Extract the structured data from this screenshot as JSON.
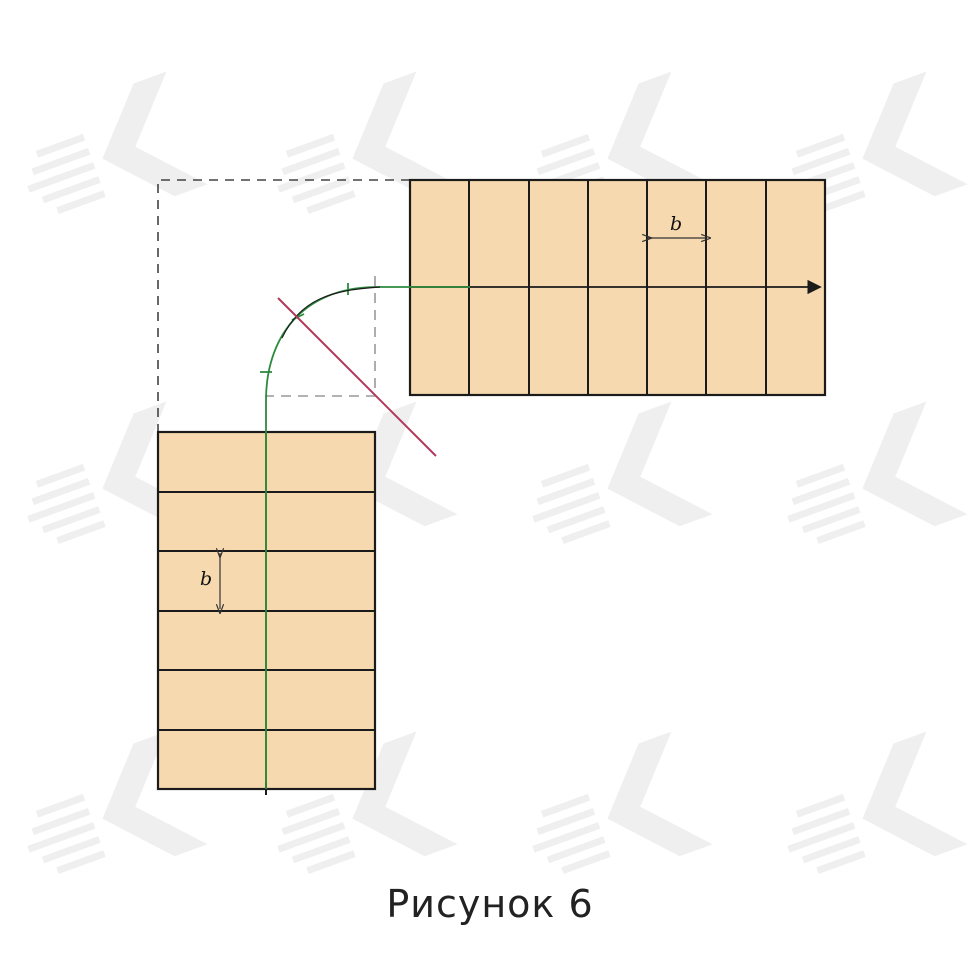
{
  "caption": "Рисунок 6",
  "labels": {
    "b_top": "b",
    "b_left": "b"
  },
  "colors": {
    "tread": "#f6d9ae",
    "outline": "#1b1b1b",
    "walk_line": "#2e8b3e",
    "diagonal": "#b03a5b",
    "dashed": "#444444",
    "watermark": "#eeeeee"
  }
}
